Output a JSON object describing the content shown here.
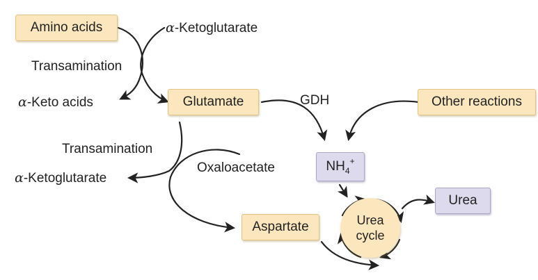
{
  "nodes": {
    "amino_acids": "Amino acids",
    "glutamate": "Glutamate",
    "other_reactions": "Other reactions",
    "aspartate": "Aspartate",
    "urea": "Urea",
    "nh4_base": "NH",
    "nh4_sub": "4",
    "nh4_sup": "+",
    "urea_cycle_line1": "Urea",
    "urea_cycle_line2": "cycle"
  },
  "labels": {
    "alpha": "α",
    "alpha_ketoglutarate_top": "-Ketoglutarate",
    "transamination_top": "Transamination",
    "alpha_keto_acids": "-Keto acids",
    "gdh": "GDH",
    "transamination_bottom": "Transamination",
    "oxaloacetate": "Oxaloacetate",
    "alpha_ketoglutarate_bottom": "-Ketoglutarate"
  },
  "colors": {
    "substrate_box": "#fbe6bd",
    "ammonium_box": "#dcdaec",
    "arrow": "#222222"
  }
}
